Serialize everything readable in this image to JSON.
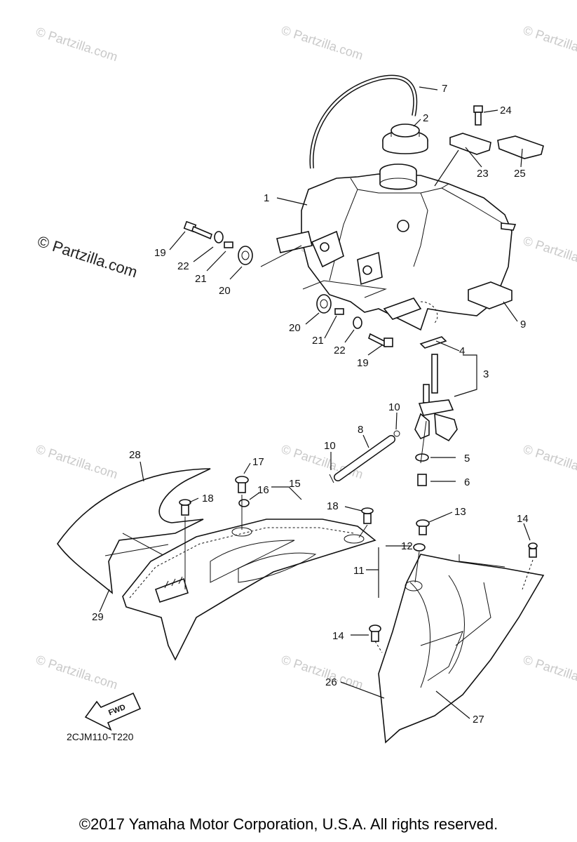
{
  "watermark": {
    "text": "© Partzilla.com"
  },
  "diagram_code": "2CJM110-T220",
  "fwd_arrow_label": "FWD",
  "copyright": "©2017  Yamaha Motor Corporation, U.S.A. All rights reserved.",
  "callouts": [
    {
      "id": "c1",
      "label": "1"
    },
    {
      "id": "c2",
      "label": "2"
    },
    {
      "id": "c3",
      "label": "3"
    },
    {
      "id": "c4",
      "label": "4"
    },
    {
      "id": "c5",
      "label": "5"
    },
    {
      "id": "c6",
      "label": "6"
    },
    {
      "id": "c7",
      "label": "7"
    },
    {
      "id": "c8",
      "label": "8"
    },
    {
      "id": "c9",
      "label": "9"
    },
    {
      "id": "c10a",
      "label": "10"
    },
    {
      "id": "c10b",
      "label": "10"
    },
    {
      "id": "c11",
      "label": "11"
    },
    {
      "id": "c12",
      "label": "12"
    },
    {
      "id": "c13",
      "label": "13"
    },
    {
      "id": "c14a",
      "label": "14"
    },
    {
      "id": "c14b",
      "label": "14"
    },
    {
      "id": "c15",
      "label": "15"
    },
    {
      "id": "c16",
      "label": "16"
    },
    {
      "id": "c17",
      "label": "17"
    },
    {
      "id": "c18a",
      "label": "18"
    },
    {
      "id": "c18b",
      "label": "18"
    },
    {
      "id": "c19a",
      "label": "19"
    },
    {
      "id": "c19b",
      "label": "19"
    },
    {
      "id": "c20a",
      "label": "20"
    },
    {
      "id": "c20b",
      "label": "20"
    },
    {
      "id": "c21a",
      "label": "21"
    },
    {
      "id": "c21b",
      "label": "21"
    },
    {
      "id": "c22a",
      "label": "22"
    },
    {
      "id": "c22b",
      "label": "22"
    },
    {
      "id": "c23",
      "label": "23"
    },
    {
      "id": "c24",
      "label": "24"
    },
    {
      "id": "c25",
      "label": "25"
    },
    {
      "id": "c26",
      "label": "26"
    },
    {
      "id": "c27",
      "label": "27"
    },
    {
      "id": "c28",
      "label": "28"
    },
    {
      "id": "c29",
      "label": "29"
    }
  ]
}
